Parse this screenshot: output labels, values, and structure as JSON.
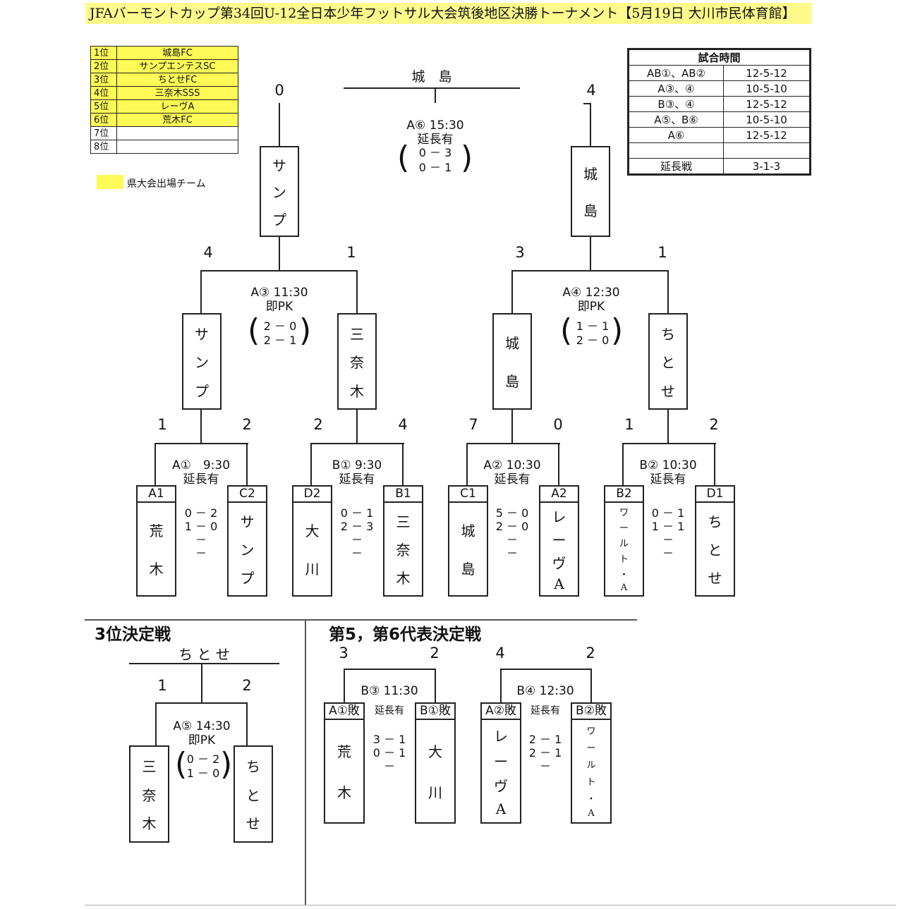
{
  "title": "JFAバーモントカップ第34回U-12全日本少年フットサル大会筑後地区決勝トーナメント【5月19日 大川市民体育館】",
  "ranking": [
    {
      "pos": "1位",
      "team": "城島FC",
      "highlight": true
    },
    {
      "pos": "2位",
      "team": "サンプエンテスSC",
      "highlight": true
    },
    {
      "pos": "3位",
      "team": "ちとせFC",
      "highlight": true
    },
    {
      "pos": "4位",
      "team": "三奈木SSS",
      "highlight": true
    },
    {
      "pos": "5位",
      "team": "レーヴA",
      "highlight": true
    },
    {
      "pos": "6位",
      "team": "荒木FC",
      "highlight": true
    },
    {
      "pos": "7位",
      "team": "",
      "highlight": false
    },
    {
      "pos": "8位",
      "team": "",
      "highlight": false
    }
  ],
  "legend": "県大会出場チーム",
  "times_table": {
    "header": "試合時間",
    "rows": [
      {
        "k": "AB①、AB②",
        "v": "12-5-12"
      },
      {
        "k": "A③、④",
        "v": "10-5-10"
      },
      {
        "k": "B③、④",
        "v": "12-5-12"
      },
      {
        "k": "A⑤、B⑥",
        "v": "10-5-10"
      },
      {
        "k": "A⑥",
        "v": "12-5-12"
      },
      {
        "k": "",
        "v": ""
      },
      {
        "k": "延長戦",
        "v": "3-1-3"
      }
    ]
  },
  "final": {
    "winner": "城　島",
    "label1": "A⑥ 15:30",
    "label2": "延長有",
    "score1": "0 － 3",
    "score2": "0 － 1",
    "left_total": "0",
    "right_total": "4",
    "left_team": [
      "サ",
      "ン",
      "プ"
    ],
    "right_team": [
      "城",
      "島"
    ]
  },
  "semis": [
    {
      "label1": "A③ 11:30",
      "label2": "即PK",
      "score1": "2 － 0",
      "score2": "2 － 1",
      "left_total": "4",
      "right_total": "1",
      "left_team": [
        "サ",
        "ン",
        "プ"
      ],
      "right_team": [
        "三",
        "奈",
        "木"
      ]
    },
    {
      "label1": "A④ 12:30",
      "label2": "即PK",
      "score1": "1 － 1",
      "score2": "2 － 0",
      "left_total": "3",
      "right_total": "1",
      "left_team": [
        "城",
        "島"
      ],
      "right_team": [
        "ち",
        "と",
        "せ"
      ]
    }
  ],
  "quarters": [
    {
      "label1": "A①　9:30",
      "label2": "延長有",
      "left_total": "1",
      "right_total": "2",
      "scores": [
        "0 － 2",
        "1 － 0",
        "－",
        "－"
      ],
      "left": {
        "code": "A1",
        "chars": [
          "荒",
          "木"
        ]
      },
      "right": {
        "code": "C2",
        "chars": [
          "サ",
          "ン",
          "プ"
        ]
      }
    },
    {
      "label1": "B① 9:30",
      "label2": "延長有",
      "left_total": "2",
      "right_total": "4",
      "scores": [
        "0 － 1",
        "2 － 3",
        "－",
        "－"
      ],
      "left": {
        "code": "D2",
        "chars": [
          "大",
          "川"
        ]
      },
      "right": {
        "code": "B1",
        "chars": [
          "三",
          "奈",
          "木"
        ]
      }
    },
    {
      "label1": "A② 10:30",
      "label2": "延長有",
      "left_total": "7",
      "right_total": "0",
      "scores": [
        "5 － 0",
        "2 － 0",
        "－",
        "－"
      ],
      "left": {
        "code": "C1",
        "chars": [
          "城",
          "島"
        ]
      },
      "right": {
        "code": "A2",
        "chars": [
          "レ",
          "ー",
          "ヴ",
          "A"
        ]
      }
    },
    {
      "label1": "B② 10:30",
      "label2": "延長有",
      "left_total": "1",
      "right_total": "2",
      "scores": [
        "0 － 1",
        "1 － 1",
        "－",
        "－"
      ],
      "left": {
        "code": "B2",
        "chars": [
          "ワ",
          "ー",
          "ル",
          "ト",
          "・",
          "A"
        ]
      },
      "right": {
        "code": "D1",
        "chars": [
          "ち",
          "と",
          "せ"
        ]
      }
    }
  ],
  "third_place": {
    "title": "3位決定戦",
    "winner": "ち と せ",
    "label1": "A⑤ 14:30",
    "label2": "即PK",
    "score1": "0 － 2",
    "score2": "1 － 0",
    "left_total": "1",
    "right_total": "2",
    "left_team": [
      "三",
      "奈",
      "木"
    ],
    "right_team": [
      "ち",
      "と",
      "せ"
    ]
  },
  "fifth_sixth": {
    "title": "第5，第6代表決定戦",
    "matches": [
      {
        "label1": "B③ 11:30",
        "label2": "延長有",
        "left_total": "3",
        "right_total": "2",
        "scores": [
          "3 － 1",
          "0 － 1",
          "－"
        ],
        "left": {
          "code": "A①敗",
          "chars": [
            "荒",
            "木"
          ]
        },
        "right": {
          "code": "B①敗",
          "chars": [
            "大",
            "川"
          ]
        }
      },
      {
        "label1": "B④ 12:30",
        "label2": "延長有",
        "left_total": "4",
        "right_total": "2",
        "scores": [
          "2 － 1",
          "2 － 1",
          "－"
        ],
        "left": {
          "code": "A②敗",
          "chars": [
            "レ",
            "ー",
            "ヴ",
            "A"
          ]
        },
        "right": {
          "code": "B②敗",
          "chars": [
            "ワ",
            "ー",
            "ル",
            "ト",
            "・",
            "A"
          ]
        }
      }
    ]
  }
}
